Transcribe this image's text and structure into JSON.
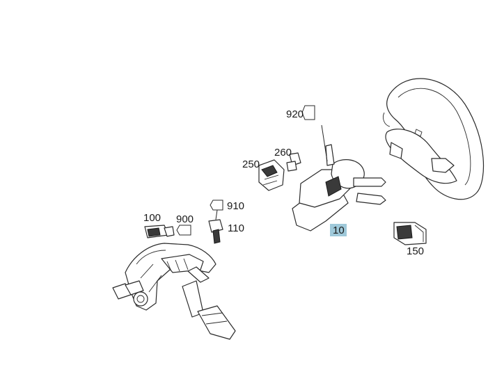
{
  "diagram": {
    "highlight_color": "#9fc9da",
    "callouts": [
      {
        "id": "920",
        "text": "920"
      },
      {
        "id": "260",
        "text": "260"
      },
      {
        "id": "250",
        "text": "250"
      },
      {
        "id": "910",
        "text": "910"
      },
      {
        "id": "100",
        "text": "100"
      },
      {
        "id": "900",
        "text": "900"
      },
      {
        "id": "110",
        "text": "110"
      },
      {
        "id": "10",
        "text": "10",
        "highlighted": true
      },
      {
        "id": "150",
        "text": "150"
      }
    ]
  }
}
